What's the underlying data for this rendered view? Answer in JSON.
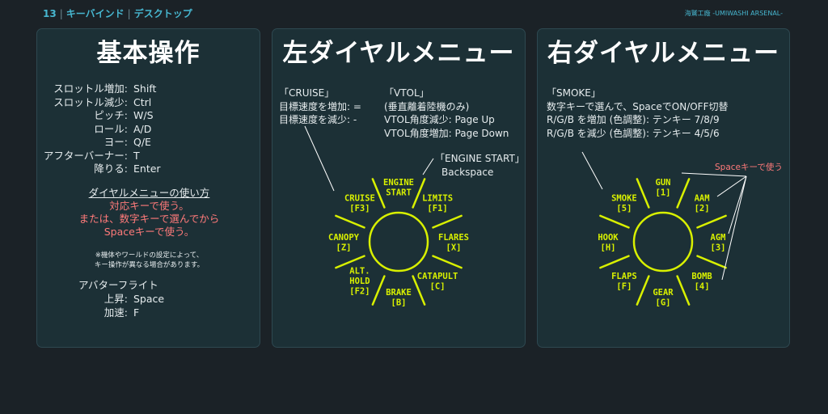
{
  "header": {
    "page_number": "13",
    "section": "キーバインド",
    "subsection": "デスクトップ",
    "brand": "海鷲工廠 -UMIWASHI ARSENAL-"
  },
  "basic": {
    "title": "基本操作",
    "bindings": [
      {
        "label": "スロットル増加:",
        "key": "Shift"
      },
      {
        "label": "スロットル減少:",
        "key": "Ctrl"
      },
      {
        "label": "ピッチ:",
        "key": "W/S"
      },
      {
        "label": "ロール:",
        "key": "A/D"
      },
      {
        "label": "ヨー:",
        "key": "Q/E"
      },
      {
        "label": "アフターバーナー:",
        "key": "T"
      },
      {
        "label": "降りる:",
        "key": "Enter"
      }
    ],
    "dial_howto_title": "ダイヤルメニューの使い方",
    "dial_howto_lines": [
      "対応キーで使う。",
      "または、数字キーで選んでから",
      "Spaceキーで使う。"
    ],
    "note_lines": [
      "※機体やワールドの設定によって、",
      "キー操作が異なる場合があります。"
    ],
    "avatar_title": "アバターフライト",
    "avatar_bindings": [
      {
        "label": "上昇:",
        "key": "Space"
      },
      {
        "label": "加速:",
        "key": "F"
      }
    ]
  },
  "left_dial": {
    "title": "左ダイヤルメニュー",
    "cruise_lines": [
      "「CRUISE」",
      "目標速度を増加: =",
      "目標速度を減少: -"
    ],
    "vtol_lines": [
      "「VTOL」",
      "(垂直離着陸機のみ)",
      "VTOL角度減少: Page Up",
      "VTOL角度増加: Page Down"
    ],
    "engine_lines": [
      "「ENGINE START」",
      "Backspace"
    ],
    "items": [
      {
        "lines": [
          "ENGINE",
          "START"
        ]
      },
      {
        "lines": [
          "LIMITS",
          "[F1]"
        ]
      },
      {
        "lines": [
          "FLARES",
          "[X]"
        ]
      },
      {
        "lines": [
          "CATAPULT",
          "[C]"
        ]
      },
      {
        "lines": [
          "BRAKE",
          "[B]"
        ]
      },
      {
        "lines": [
          "ALT.",
          "HOLD",
          "[F2]"
        ]
      },
      {
        "lines": [
          "CANOPY",
          "[Z]"
        ]
      },
      {
        "lines": [
          "CRUISE",
          "[F3]"
        ]
      }
    ]
  },
  "right_dial": {
    "title": "右ダイヤルメニュー",
    "smoke_lines": [
      "「SMOKE」",
      "数字キーで選んで、SpaceでON/OFF切替",
      "R/G/B を増加 (色調整): テンキー 7/8/9",
      "R/G/B を減少 (色調整): テンキー 4/5/6"
    ],
    "space_note": "Spaceキーで使う",
    "items": [
      {
        "lines": [
          "GUN",
          "[1]"
        ]
      },
      {
        "lines": [
          "AAM",
          "[2]"
        ]
      },
      {
        "lines": [
          "AGM",
          "[3]"
        ]
      },
      {
        "lines": [
          "BOMB",
          "[4]"
        ]
      },
      {
        "lines": [
          "GEAR",
          "[G]"
        ]
      },
      {
        "lines": [
          "FLAPS",
          "[F]"
        ]
      },
      {
        "lines": [
          "HOOK",
          "[H]"
        ]
      },
      {
        "lines": [
          "SMOKE",
          "[5]"
        ]
      }
    ]
  },
  "colors": {
    "accent_cyan": "#47b6cf",
    "dial_yellow": "#d8f000",
    "note_red": "#ff7a7a",
    "panel_bg": "#1c3036",
    "page_bg": "#1b2227"
  }
}
